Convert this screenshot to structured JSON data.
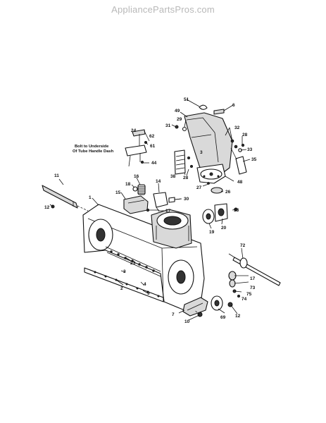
{
  "watermark": "AppliancePartsPros.com",
  "note": {
    "line1": "Bolt to Underside",
    "line2": "Of Tube Handle Dash"
  },
  "callouts": {
    "c1": "1",
    "c2": "2",
    "c3": "3",
    "c3b": "3",
    "c4": "4",
    "c6": "6",
    "c7": "7",
    "c9": "9",
    "c10": "10",
    "c11": "11",
    "c12a": "12",
    "c12b": "12",
    "c14": "14",
    "c15": "15",
    "c16": "16",
    "c17a": "17",
    "c17b": "17",
    "c18": "18",
    "c19": "19",
    "c20": "20",
    "c23": "23",
    "c24": "24",
    "c26": "26",
    "c27": "27",
    "c28a": "28",
    "c28b": "28",
    "c29": "29",
    "c30": "30",
    "c31": "31",
    "c32": "32",
    "c33": "33",
    "c35": "35",
    "c38": "38",
    "c44": "44",
    "c48": "48",
    "c49": "49",
    "c51": "51",
    "c53": "53",
    "c61": "61",
    "c62": "62",
    "c69": "69",
    "c72": "72",
    "c73": "73",
    "c74": "74",
    "c75": "75"
  }
}
